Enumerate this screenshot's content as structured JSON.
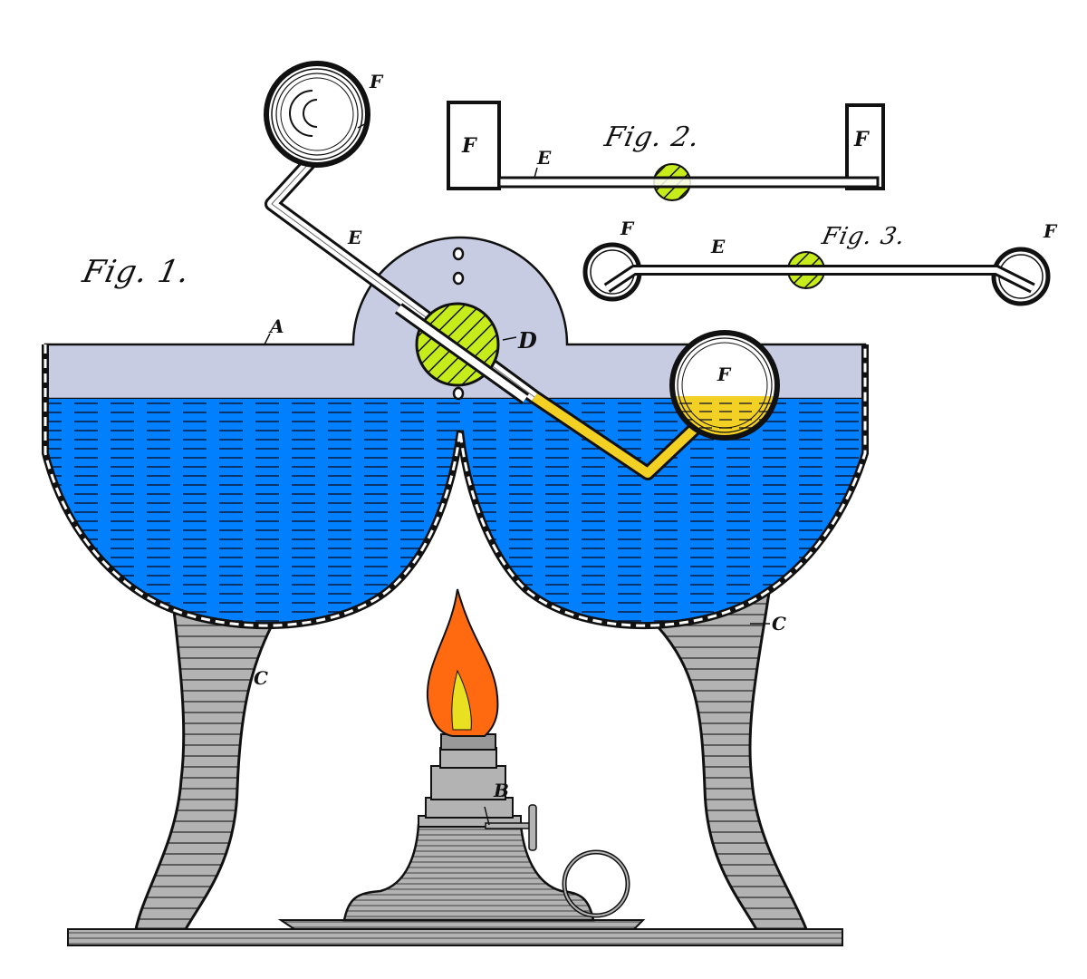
{
  "figures": {
    "fig1": {
      "label": "Fig. 1."
    },
    "fig2": {
      "label": "Fig. 2."
    },
    "fig3": {
      "label": "Fig. 3."
    }
  },
  "parts": {
    "A": "A",
    "B": "B",
    "C": "C",
    "D": "D",
    "E": "E",
    "F": "F"
  },
  "colors": {
    "water": "#0080ff",
    "air_space": "#c8cce3",
    "pivot": "#c6ec1c",
    "fluid": "#f2d024",
    "stand": "#b3b3b3",
    "flame_outer": "#ff6a10",
    "flame_inner": "#e8e020",
    "ink": "#111111"
  }
}
